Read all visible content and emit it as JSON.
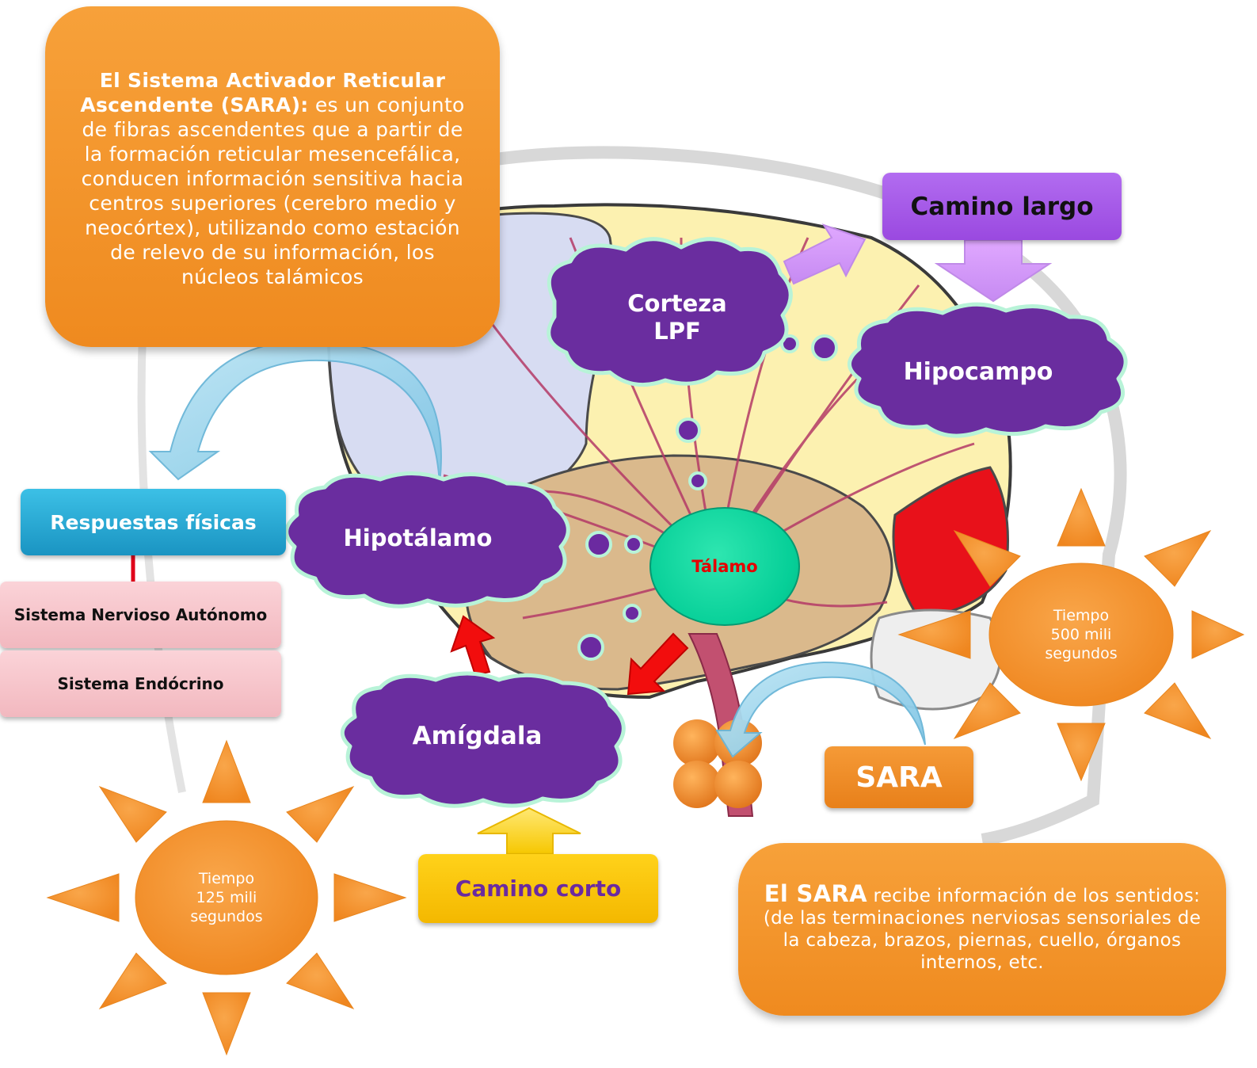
{
  "intro": {
    "bold": "El Sistema Activador Reticular Ascendente (SARA):",
    "text": " es un conjunto de fibras ascendentes que a partir de la formación reticular mesencefálica, conducen información sensitiva hacia centros superiores (cerebro medio y neocórtex), utilizando como estación de relevo de su información, los núcleos talámicos"
  },
  "nodes": {
    "camino_largo": "Camino largo",
    "corteza_line1": "Corteza",
    "corteza_line2": "LPF",
    "hipocampo": "Hipocampo",
    "hipotalamo": "Hipotálamo",
    "talamo": "Tálamo",
    "amigdala": "Amígdala",
    "camino_corto": "Camino corto",
    "sara": "SARA",
    "respuestas": "Respuestas físicas",
    "sna": "Sistema Nervioso Autónomo",
    "endocrino": "Sistema Endócrino"
  },
  "sun_left": {
    "line1": "Tiempo",
    "line2": "125 mili",
    "line3": "segundos"
  },
  "sun_right": {
    "line1": "Tiempo",
    "line2": "500 mili",
    "line3": "segundos"
  },
  "sara_info": {
    "bold": "El SARA",
    "text": "  recibe información de los sentidos: (de las terminaciones nerviosas sensoriales de la cabeza, brazos, piernas, cuello, órganos internos, etc."
  }
}
